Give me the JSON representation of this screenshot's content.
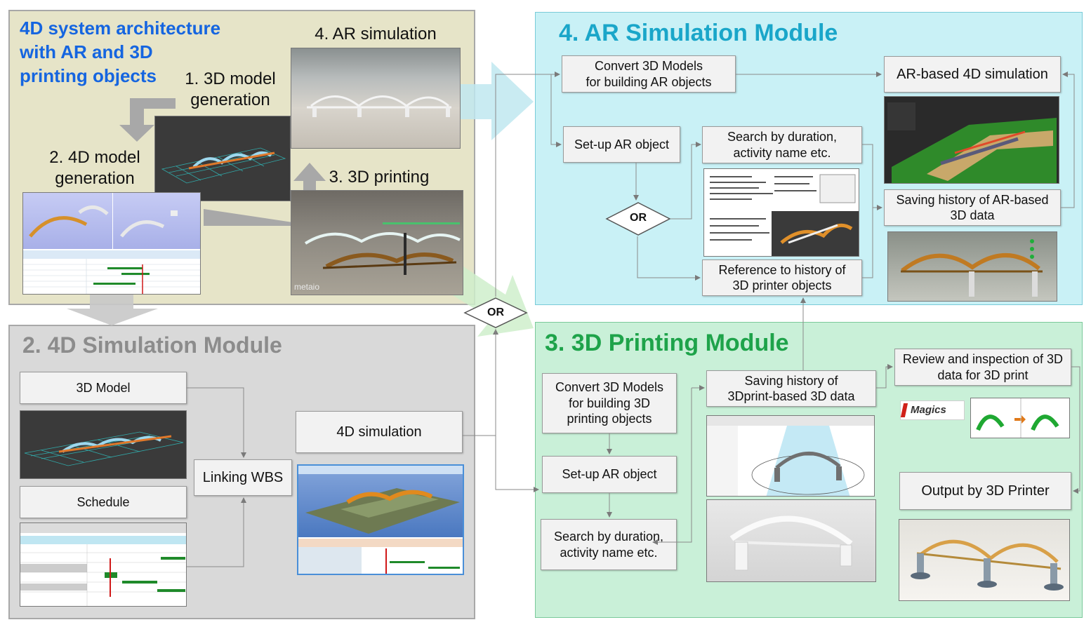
{
  "overview": {
    "title": "4D system architecture\nwith AR and 3D\nprinting objects",
    "step1": "1. 3D model\ngeneration",
    "step2": "2. 4D model\ngeneration",
    "step3": "3. 3D printing",
    "step4": "4. AR simulation",
    "watermark": "metaio"
  },
  "sim4d": {
    "title": "2. 4D Simulation Module",
    "model3d": "3D Model",
    "schedule": "Schedule",
    "linking": "Linking WBS",
    "simulation": "4D simulation"
  },
  "ar": {
    "title": "4. AR Simulation Module",
    "convert": "Convert 3D Models\nfor building AR objects",
    "setup": "Set-up AR object",
    "search": "Search by duration,\nactivity name etc.",
    "reference": "Reference to history of\n3D printer objects",
    "ar_sim": "AR-based 4D simulation",
    "saving": "Saving history of AR-based\n3D data",
    "or": "OR"
  },
  "print3d": {
    "title": "3. 3D Printing Module",
    "convert": "Convert 3D Models\nfor building 3D\nprinting objects",
    "setup": "Set-up AR object",
    "search": "Search by duration,\nactivity name etc.",
    "saving": "Saving history of\n3Dprint-based 3D data",
    "review": "Review and inspection of 3D\ndata for 3D print",
    "output": "Output by 3D Printer",
    "magics": "Magics"
  },
  "center_or": "OR",
  "colors": {
    "overview_bg": "#e6e4c8",
    "sim_bg": "#d9d9d9",
    "ar_bg": "#c9f1f6",
    "print_bg": "#c9f0d8",
    "ar_title": "#1aa6c9",
    "print_title": "#1ea34a",
    "overview_title": "#1565e0",
    "sim_title": "#8c8c8c"
  }
}
